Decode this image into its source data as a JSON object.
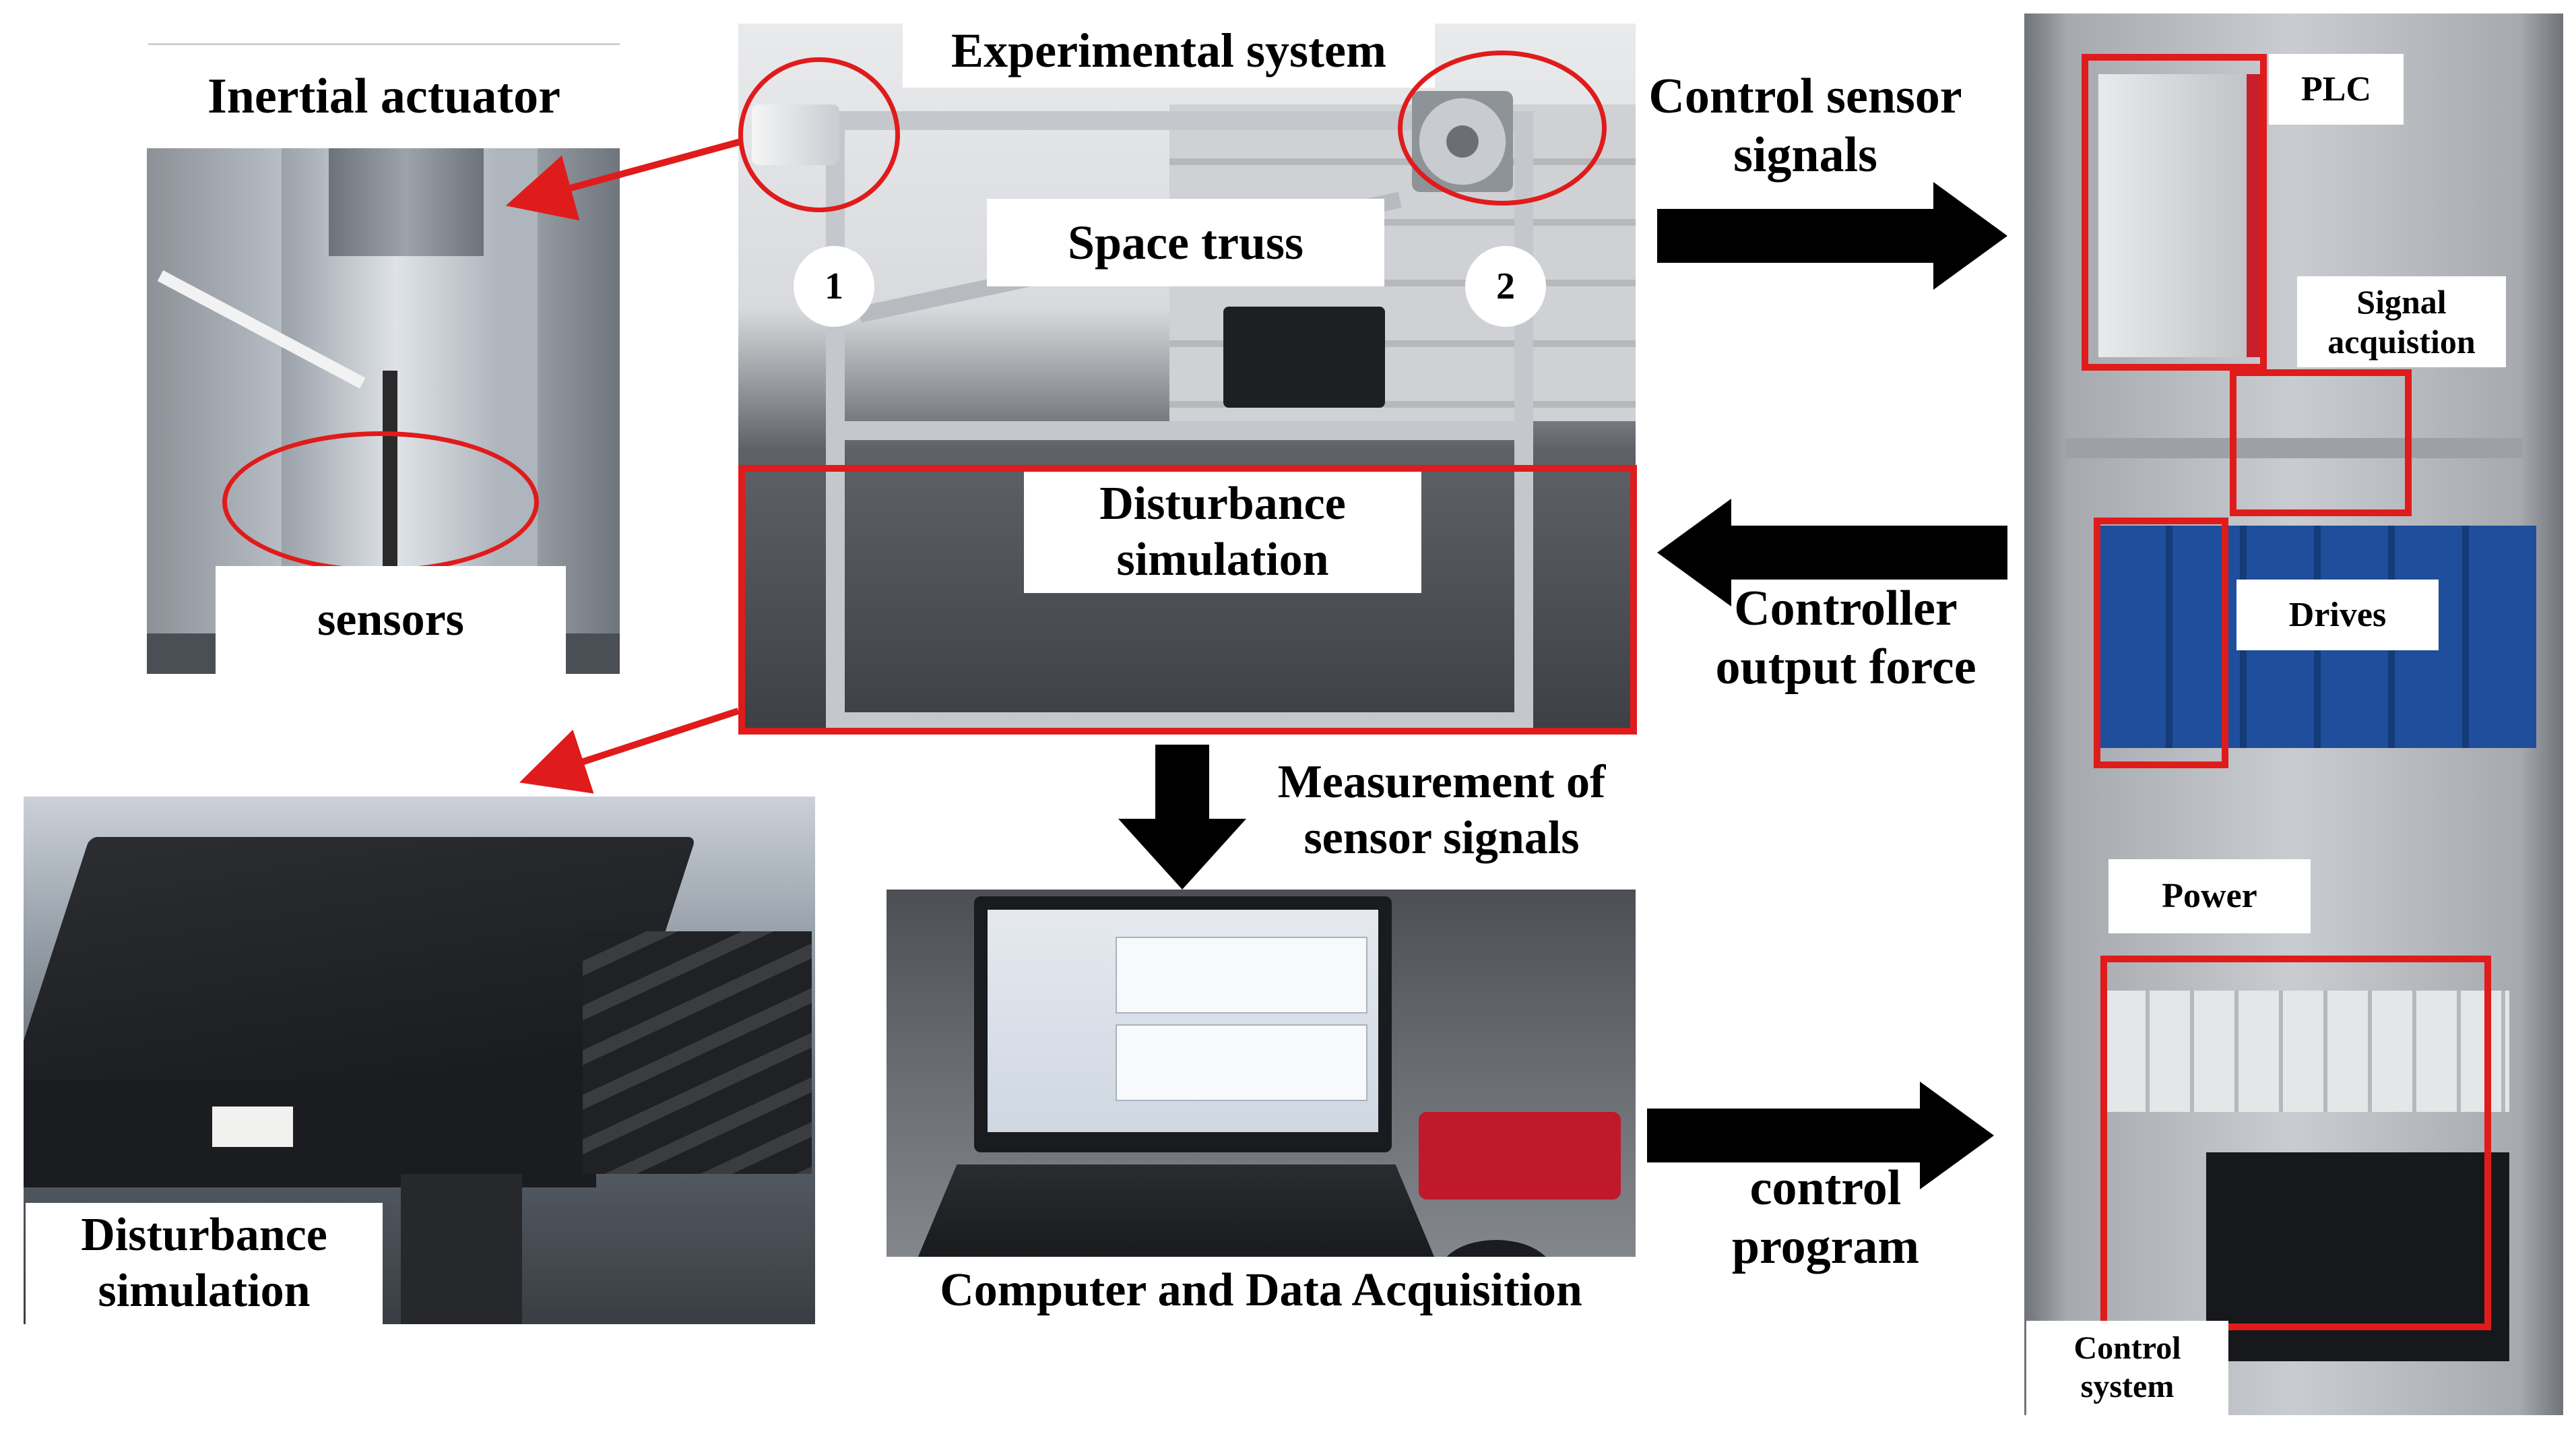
{
  "labels": {
    "inertial_actuator": "Inertial actuator",
    "sensors": "sensors",
    "experimental_system": "Experimental system",
    "space_truss": "Space truss",
    "marker_1": "1",
    "marker_2": "2",
    "disturbance_simulation_center": "Disturbance simulation",
    "disturbance_simulation_bottom": "Disturbance simulation",
    "control_sensor_signals": "Control sensor signals",
    "controller_output_force": "Controller output force",
    "measurement_sensor_signals": "Measurement of sensor signals",
    "computer_data_acquisition": "Computer and Data Acquisition",
    "control_program": "control program",
    "plc": "PLC",
    "signal_acquisition": "Signal acquistion",
    "drives": "Drives",
    "power": "Power",
    "control_system": "Control system"
  },
  "colors": {
    "accent_red": "#e01b1b",
    "arrow_black": "#000000"
  }
}
